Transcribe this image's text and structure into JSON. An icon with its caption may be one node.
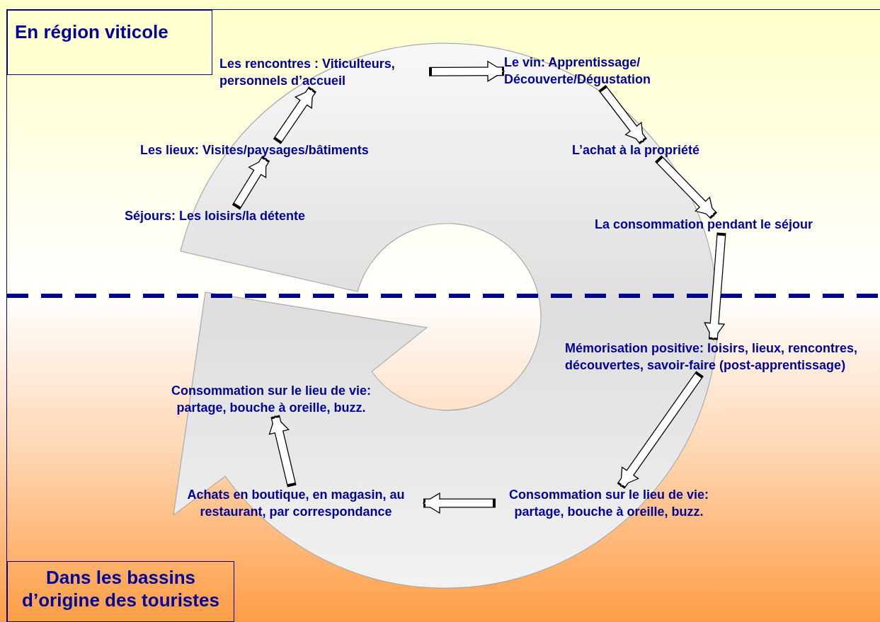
{
  "diagram": {
    "nodes": [
      {
        "text": [
          "En région viticole"
        ]
      },
      {
        "text": [
          "Dans les bassins d’origine des touristes"
        ]
      },
      {
        "text": [
          "Séjours: Les loisirs/la détente"
        ]
      },
      {
        "text": [
          "Les lieux: Visites/paysages/bâtiments"
        ]
      },
      {
        "text": [
          "Les rencontres :  Viticulteurs, personnels d’accueil"
        ]
      },
      {
        "text": [
          "Le vin: Apprentissage/ Découverte/Dégustation"
        ]
      },
      {
        "text": [
          "L’achat à la propriété"
        ]
      },
      {
        "text": [
          "La consommation pendant le séjour"
        ]
      },
      {
        "text": [
          "Mémorisation positive: loisirs, lieux, rencontres, découvertes, savoir-faire (post-apprentissage)"
        ]
      },
      {
        "text": [
          "Consommation sur le lieu de vie: partage, bouche à oreille, buzz."
        ]
      },
      {
        "text": [
          "Achats en boutique, en magasin, au restaurant, par correspondance"
        ]
      },
      {
        "text": [
          "Consommation sur le lieu de vie: partage, bouche à oreille, buzz."
        ]
      }
    ],
    "edges": [
      {
        "from": 2,
        "to": 3,
        "arrow": "to"
      },
      {
        "from": 3,
        "to": 4,
        "arrow": "to"
      },
      {
        "from": 4,
        "to": 5,
        "arrow": "to"
      },
      {
        "from": 5,
        "to": 6,
        "arrow": "to"
      },
      {
        "from": 6,
        "to": 7,
        "arrow": "to"
      },
      {
        "from": 7,
        "to": 8,
        "arrow": "to"
      },
      {
        "from": 8,
        "to": 9,
        "arrow": "to"
      },
      {
        "from": 9,
        "to": 10,
        "arrow": "to"
      },
      {
        "from": 10,
        "to": 11,
        "arrow": "to"
      }
    ]
  }
}
